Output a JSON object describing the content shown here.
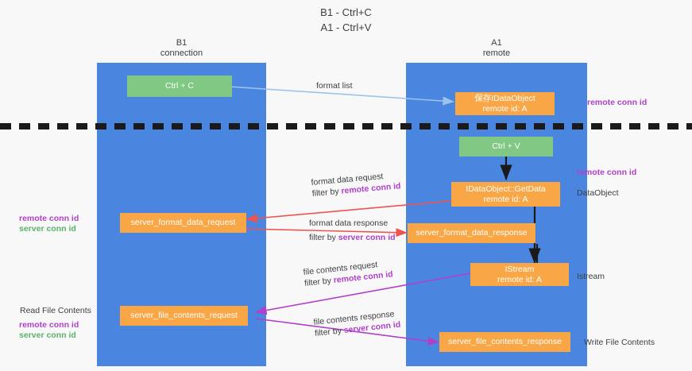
{
  "title": {
    "line1": "B1 - Ctrl+C",
    "line2": "A1 - Ctrl+V"
  },
  "lanes": [
    {
      "name": "B1",
      "role": "connection"
    },
    {
      "name": "A1",
      "role": "remote"
    }
  ],
  "nodes": {
    "ctrl_c": {
      "label": "Ctrl + C",
      "color": "#80c884"
    },
    "ctrl_v": {
      "label": "Ctrl + V",
      "color": "#80c884"
    },
    "save_idataobject": {
      "label": "保存IDataObject",
      "sub": "remote id: A",
      "color": "#f9a746"
    },
    "getdata": {
      "label": "IDataObject::GetData",
      "sub": "remote id: A",
      "color": "#f9a746"
    },
    "fmt_req": {
      "label": "server_format_data_request",
      "color": "#f9a746"
    },
    "fmt_resp": {
      "label": "server_format_data_response",
      "color": "#f9a746"
    },
    "istream": {
      "label": "IStream",
      "sub": "remote id: A",
      "color": "#f9a746"
    },
    "file_req": {
      "label": "server_file_contents_request",
      "color": "#f9a746"
    },
    "file_resp": {
      "label": "server_file_contents_response",
      "color": "#f9a746"
    }
  },
  "edges": [
    {
      "id": "format-list",
      "label": "format list",
      "filter": "",
      "filter_key": "",
      "color": "#9cc3ea"
    },
    {
      "id": "format-data-req",
      "label": "format data request",
      "filter": "filter by ",
      "filter_key": "remote conn id",
      "color": "#ef5350"
    },
    {
      "id": "format-data-resp",
      "label": "format data response",
      "filter": "filter by ",
      "filter_key": "server conn id",
      "color": "#ef5350"
    },
    {
      "id": "file-contents-req",
      "label": "file contents request",
      "filter": "filter by ",
      "filter_key": "remote conn id",
      "color": "#b040c8"
    },
    {
      "id": "file-contents-resp",
      "label": "file contents response",
      "filter": "filter by ",
      "filter_key": "server conn id",
      "color": "#b040c8"
    }
  ],
  "annotations": {
    "right_remote_conn_id_top": "remote conn id",
    "right_remote_conn_id_mid": "remote conn id",
    "right_dataobject": "DataObject",
    "right_istream": "Istream",
    "right_write_file": "Write File Contents",
    "left_remote_conn_id_mid": "remote conn id",
    "left_server_conn_id_mid": "server conn id",
    "left_read_file": "Read File Contents",
    "left_remote_conn_id_bot": "remote conn id",
    "left_server_conn_id_bot": "server conn id"
  },
  "colors": {
    "lane": "#4a86e0",
    "orange": "#f9a746",
    "green": "#80c884",
    "purple": "#b040c8",
    "green_text": "#58b368",
    "red_arrow": "#ef5350",
    "blue_arrow": "#9cc3ea",
    "divider": "#1a1a1a",
    "background": "#f8f8f8"
  }
}
